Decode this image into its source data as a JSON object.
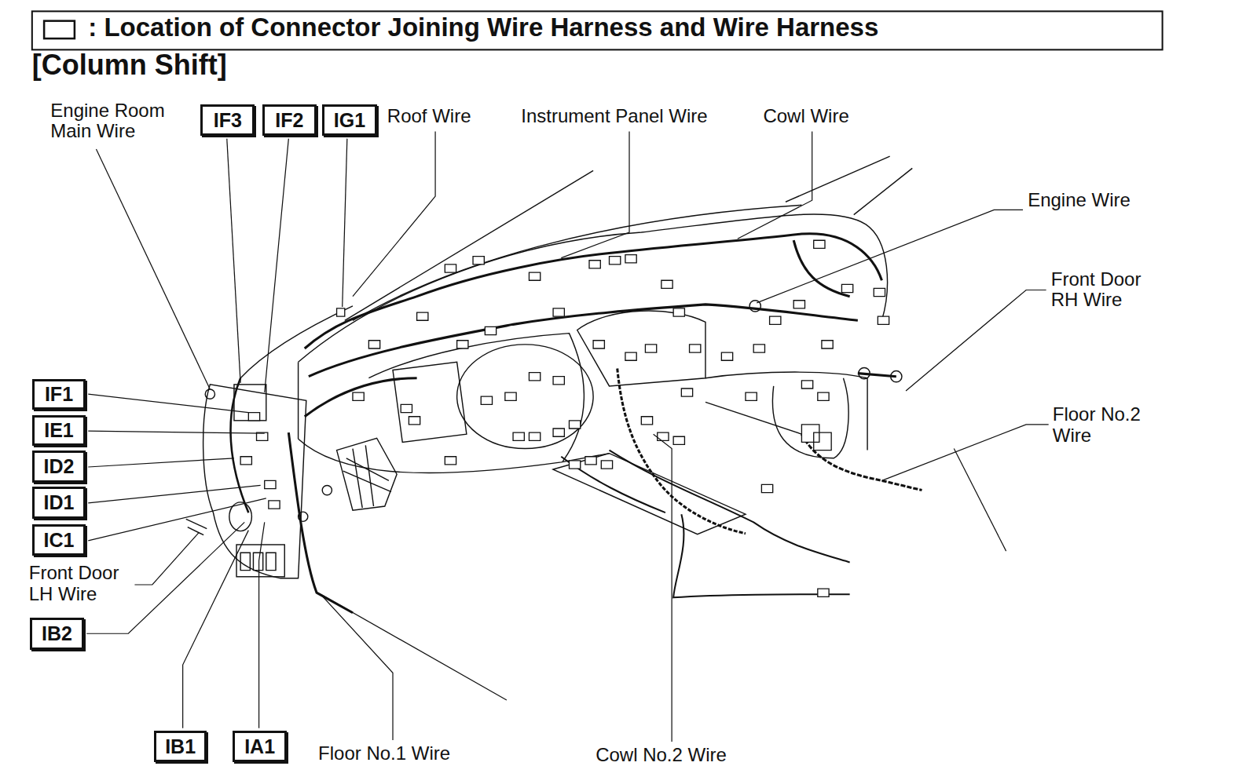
{
  "diagram": {
    "title": ": Location of Connector Joining Wire Harness and Wire Harness",
    "nodes": [
      {
        "text": [
          "IF3"
        ]
      },
      {
        "text": [
          "IF2"
        ]
      },
      {
        "text": [
          "IG1"
        ]
      },
      {
        "text": [
          "IF1"
        ]
      },
      {
        "text": [
          "IE1"
        ]
      },
      {
        "text": [
          "ID2"
        ]
      },
      {
        "text": [
          "ID1"
        ]
      },
      {
        "text": [
          "IC1"
        ]
      },
      {
        "text": [
          "IB2"
        ]
      },
      {
        "text": [
          "IB1"
        ]
      },
      {
        "text": [
          "IA1"
        ]
      }
    ],
    "labels": [
      "[Column Shift]",
      "Engine Room Main Wire",
      "Roof Wire",
      "Instrument Panel Wire",
      "Cowl Wire",
      "Engine Wire",
      "Front Door RH Wire",
      "Floor No.2 Wire",
      "Front Door LH Wire",
      "Floor No.1 Wire",
      "Cowl No.2 Wire"
    ]
  }
}
